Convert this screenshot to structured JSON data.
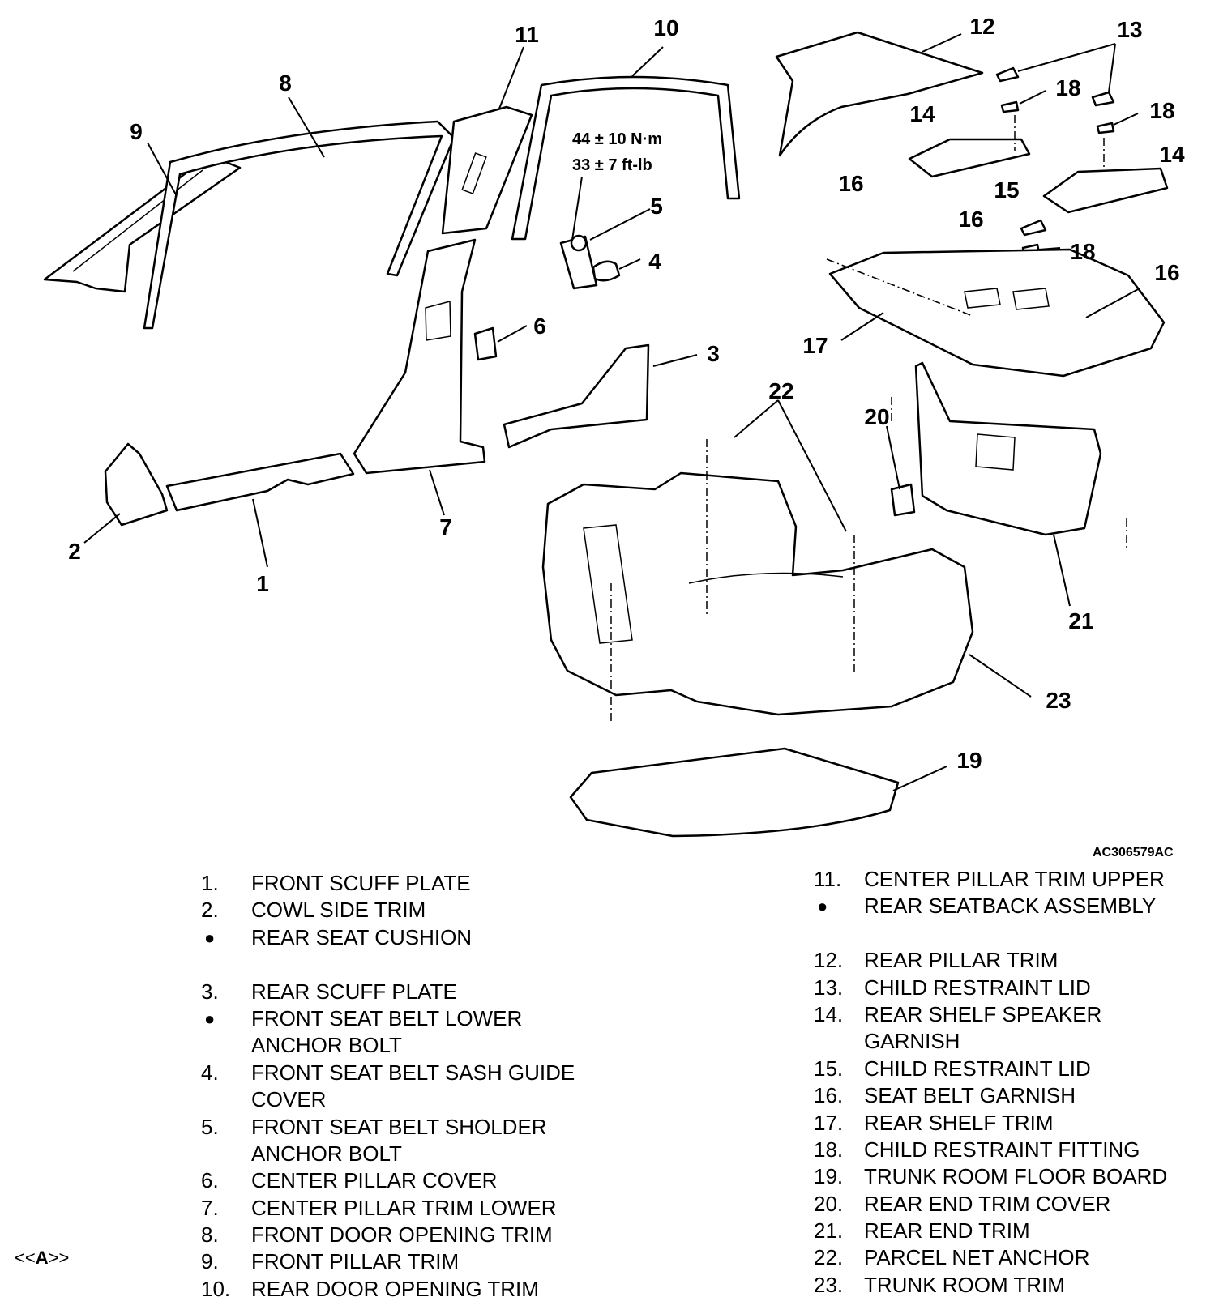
{
  "diagram": {
    "reference_code": "AC306579AC",
    "torque_lines": [
      "44 ± 10 N·m",
      "33 ± 7 ft-lb"
    ],
    "callouts": [
      "1",
      "2",
      "3",
      "4",
      "5",
      "6",
      "7",
      "8",
      "9",
      "10",
      "11",
      "12",
      "13",
      "14",
      "15",
      "16",
      "17",
      "18",
      "19",
      "20",
      "21",
      "22",
      "23"
    ]
  },
  "legend_left": [
    {
      "num": "1.",
      "text": "FRONT SCUFF PLATE"
    },
    {
      "num": "2.",
      "text": "COWL SIDE TRIM"
    },
    {
      "num": "●",
      "text": "REAR SEAT CUSHION"
    },
    {
      "num": "3.",
      "text": "REAR SCUFF PLATE"
    },
    {
      "num": "●",
      "text": "FRONT SEAT BELT LOWER"
    },
    {
      "num": "",
      "text": "ANCHOR BOLT"
    },
    {
      "num": "4.",
      "text": "FRONT SEAT BELT SASH GUIDE"
    },
    {
      "num": "",
      "text": "COVER"
    },
    {
      "num": "5.",
      "text": "FRONT SEAT BELT SHOLDER"
    },
    {
      "num": "",
      "text": "ANCHOR BOLT"
    },
    {
      "num": "6.",
      "text": "CENTER PILLAR COVER"
    },
    {
      "num": "7.",
      "text": "CENTER PILLAR TRIM LOWER"
    },
    {
      "num": "8.",
      "text": "FRONT DOOR OPENING TRIM"
    },
    {
      "num": "9.",
      "text": "FRONT PILLAR TRIM"
    },
    {
      "num": "10.",
      "text": "REAR DOOR OPENING TRIM"
    }
  ],
  "legend_right": [
    {
      "num": "11.",
      "text": "CENTER PILLAR TRIM UPPER"
    },
    {
      "num": "●",
      "text": "REAR SEATBACK ASSEMBLY"
    },
    {
      "num": "12.",
      "text": "REAR PILLAR TRIM"
    },
    {
      "num": "13.",
      "text": "CHILD RESTRAINT LID"
    },
    {
      "num": "14.",
      "text": "REAR SHELF SPEAKER"
    },
    {
      "num": "",
      "text": "GARNISH"
    },
    {
      "num": "15.",
      "text": "CHILD RESTRAINT LID"
    },
    {
      "num": "16.",
      "text": "SEAT BELT GARNISH"
    },
    {
      "num": "17.",
      "text": "REAR SHELF TRIM"
    },
    {
      "num": "18.",
      "text": "CHILD RESTRAINT FITTING"
    },
    {
      "num": "19.",
      "text": "TRUNK ROOM FLOOR BOARD"
    },
    {
      "num": "20.",
      "text": "REAR END TRIM COVER"
    },
    {
      "num": "21.",
      "text": "REAR END TRIM"
    },
    {
      "num": "22.",
      "text": "PARCEL NET ANCHOR"
    },
    {
      "num": "23.",
      "text": "TRUNK ROOM TRIM"
    }
  ],
  "section_mark": {
    "open": "<<",
    "letter": "A",
    "close": ">>"
  }
}
